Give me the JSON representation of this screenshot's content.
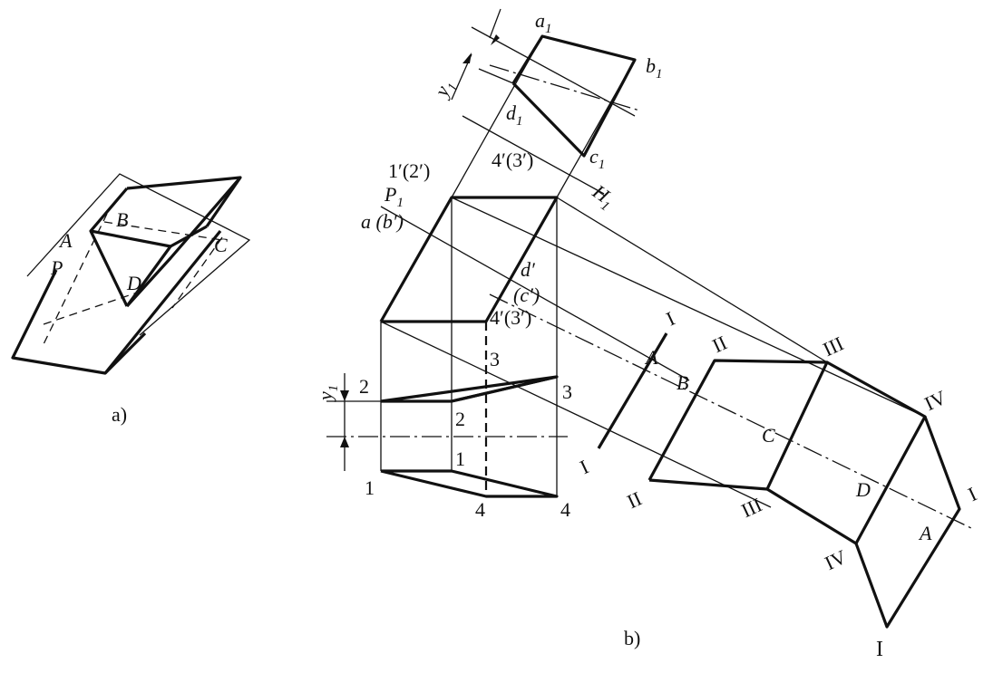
{
  "figure_a": {
    "caption": "a)",
    "labels": {
      "A": "A",
      "B": "B",
      "C": "C",
      "D": "D",
      "P": "P"
    }
  },
  "figure_b": {
    "caption": "b)",
    "aux_view": {
      "a1": "a",
      "b1": "b",
      "c1": "c",
      "d1": "d",
      "sub": "1",
      "H1": "H",
      "H1_sub": "1",
      "y1": "y",
      "y1_sub": "1"
    },
    "front_view": {
      "top_left": "1′(2′)",
      "top_right": "4′(3′)",
      "P1": "P",
      "P1_sub": "1",
      "ab": "a (b′)",
      "d_prime": "d′",
      "c_prime": "(c′)",
      "mid_right": "4′(3′)"
    },
    "top_view": {
      "y1": "y",
      "y1_sub": "1",
      "p1": "1",
      "p2": "2",
      "p3": "3",
      "p4": "4"
    },
    "development": {
      "I": "I",
      "II": "II",
      "III": "III",
      "IV": "IV",
      "A": "A",
      "B": "B",
      "C": "C",
      "D": "D",
      "I_bottom": "I"
    }
  }
}
